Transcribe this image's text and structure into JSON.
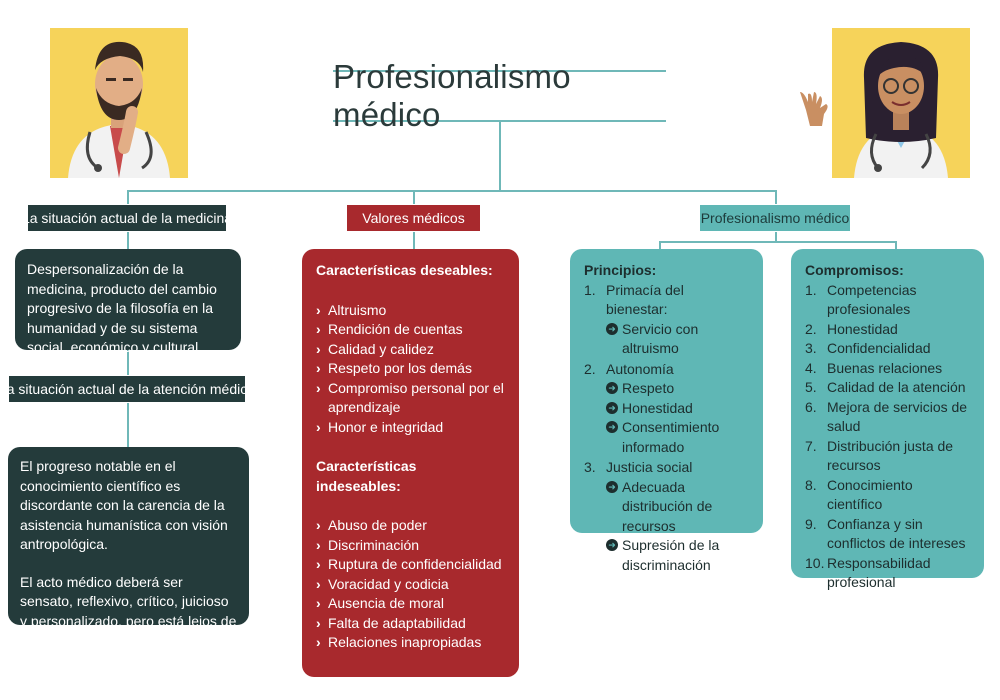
{
  "title": "Profesionalismo médico",
  "headers": {
    "left": "La situación actual de la medicina",
    "middle": "Valores médicos",
    "right": "Profesionalismo médico",
    "left2": "La situación actual de la atención médica"
  },
  "left_card_1": "Despersonalización de la medicina, producto del cambio progresivo de la filosofía en la humanidad y de su sistema social, económico y cultural.",
  "left_card_2": {
    "p1": "El progreso notable en el conocimiento científico es discordante con la carencia de la asistencia humanística con visión antropológica.",
    "p2": "El acto médico deberá ser sensato, reflexivo, crítico, juicioso y personalizado, pero está lejos de eso."
  },
  "values": {
    "desirable_title": "Características deseables:",
    "desirable": [
      "Altruismo",
      "Rendición de cuentas",
      "Calidad y calidez",
      "Respeto por los demás",
      "Compromiso personal por el aprendizaje",
      "Honor e integridad"
    ],
    "undesirable_title": "Características indeseables:",
    "undesirable": [
      "Abuso de poder",
      "Discriminación",
      "Ruptura de confidencialidad",
      "Voracidad y codicia",
      "Ausencia de moral",
      "Falta de adaptabilidad",
      "Relaciones inapropiadas"
    ]
  },
  "principles": {
    "title": "Principios:",
    "items": [
      {
        "num": "1.",
        "label": "Primacía del bienestar:",
        "subs": [
          "Servicio con altruismo"
        ]
      },
      {
        "num": "2.",
        "label": "Autonomía",
        "subs": [
          "Respeto",
          "Honestidad",
          "Consentimiento informado"
        ]
      },
      {
        "num": "3.",
        "label": "Justicia social",
        "subs": [
          "Adecuada distribución de recursos",
          "Supresión de la discriminación"
        ]
      }
    ]
  },
  "commitments": {
    "title": "Compromisos:",
    "items": [
      {
        "num": "1.",
        "label": "Competencias profesionales"
      },
      {
        "num": "2.",
        "label": "Honestidad"
      },
      {
        "num": "3.",
        "label": "Confidencialidad"
      },
      {
        "num": "4.",
        "label": "Buenas relaciones"
      },
      {
        "num": "5.",
        "label": "Calidad de la atención"
      },
      {
        "num": "6.",
        "label": "Mejora de servicios de salud"
      },
      {
        "num": "7.",
        "label": "Distribución justa de recursos"
      },
      {
        "num": "8.",
        "label": "Conocimiento científico"
      },
      {
        "num": "9.",
        "label": "Confianza y sin conflictos de intereses"
      },
      {
        "num": "10.",
        "label": "Responsabilidad profesional"
      }
    ]
  },
  "colors": {
    "teal": "#5fb7b5",
    "line": "#6fb8b8",
    "dark": "#243b3b",
    "red": "#a8292d",
    "avatar_bg": "#f6d35a"
  }
}
